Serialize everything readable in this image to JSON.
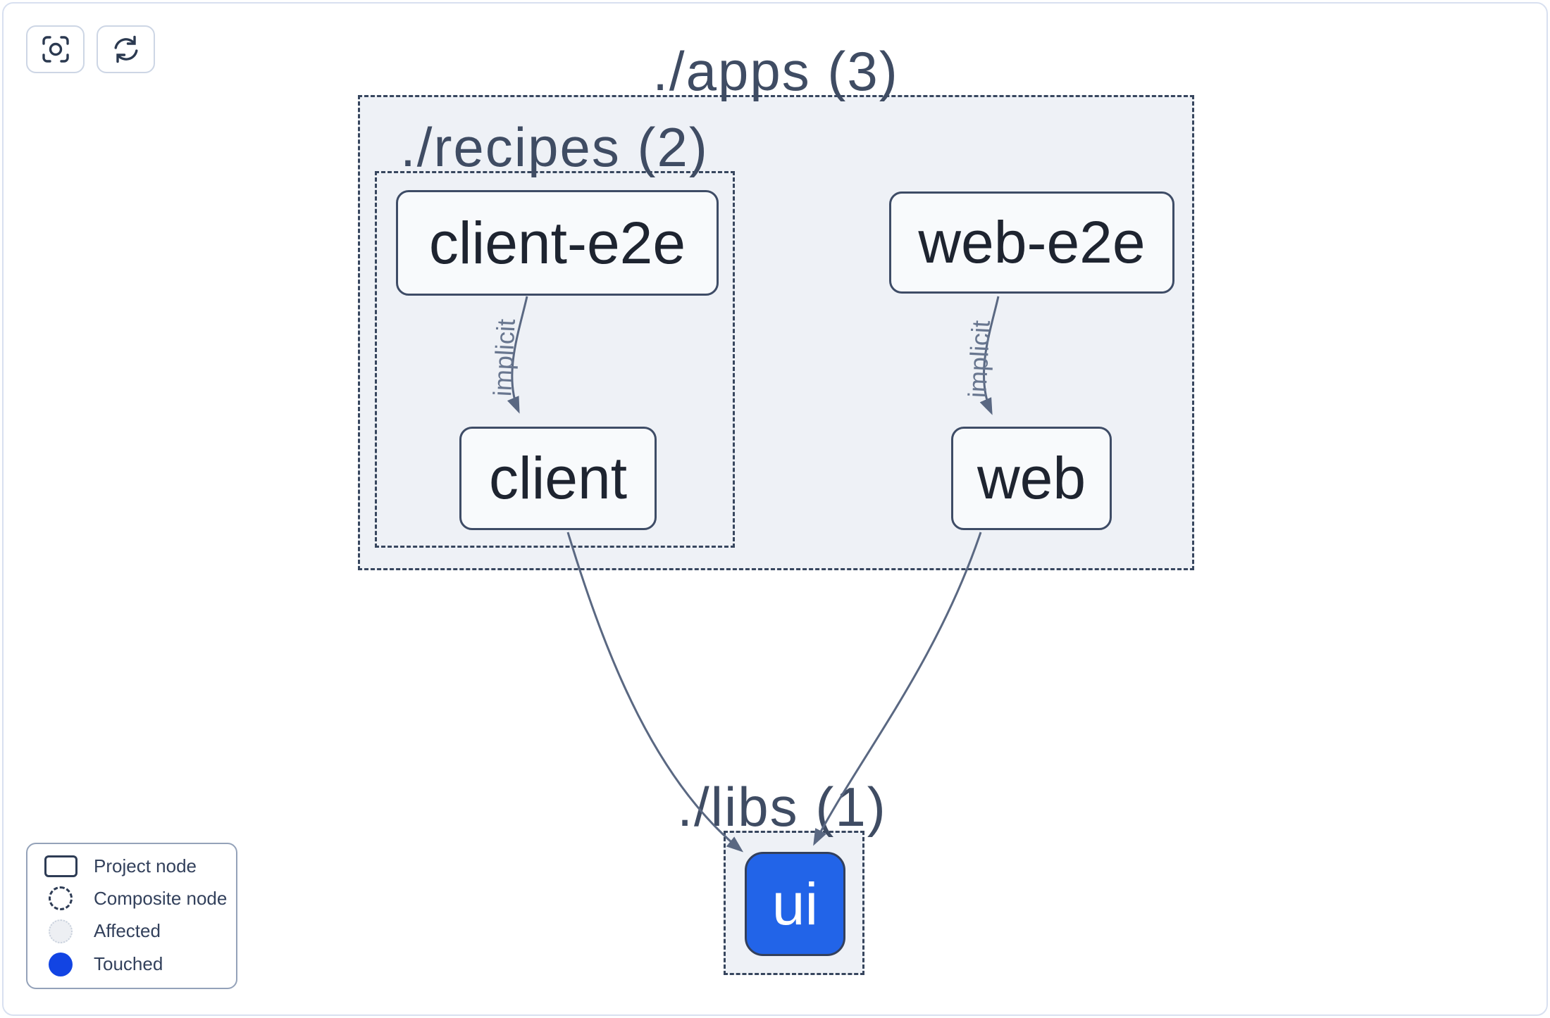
{
  "toolbar": {
    "focus_button": {
      "icon": "focus-crosshair"
    },
    "refresh_button": {
      "icon": "refresh-arrows"
    }
  },
  "graph": {
    "composites": [
      {
        "id": "apps",
        "label": "./apps (3)",
        "path": "./apps",
        "project_count": 3
      },
      {
        "id": "recipes",
        "label": "./recipes (2)",
        "path": "./recipes",
        "project_count": 2
      },
      {
        "id": "libs",
        "label": "./libs (1)",
        "path": "./libs",
        "project_count": 1
      }
    ],
    "nodes": [
      {
        "id": "client-e2e",
        "label": "client-e2e",
        "parent": "./recipes",
        "state": "default"
      },
      {
        "id": "web-e2e",
        "label": "web-e2e",
        "parent": "./apps",
        "state": "default"
      },
      {
        "id": "client",
        "label": "client",
        "parent": "./recipes",
        "state": "default"
      },
      {
        "id": "web",
        "label": "web",
        "parent": "./apps",
        "state": "default"
      },
      {
        "id": "ui",
        "label": "ui",
        "parent": "./libs",
        "state": "touched"
      }
    ],
    "edges": [
      {
        "source": "client-e2e",
        "target": "client",
        "label": "implicit"
      },
      {
        "source": "web-e2e",
        "target": "web",
        "label": "implicit"
      },
      {
        "source": "client",
        "target": "ui",
        "label": ""
      },
      {
        "source": "web",
        "target": "ui",
        "label": ""
      }
    ]
  },
  "legend": {
    "items": [
      {
        "label": "Project node"
      },
      {
        "label": "Composite node"
      },
      {
        "label": "Affected"
      },
      {
        "label": "Touched"
      }
    ]
  },
  "colors": {
    "composite_fill": "#eef1f6",
    "dashed_border": "#37465e",
    "node_border": "#3e4c66",
    "node_fill": "#f8fafc",
    "node_text": "#1e2430",
    "edge": "#5a6882",
    "touched_node_fill": "#2264e8",
    "touched_legend": "#1244e3",
    "section_label": "#3f4c63"
  }
}
